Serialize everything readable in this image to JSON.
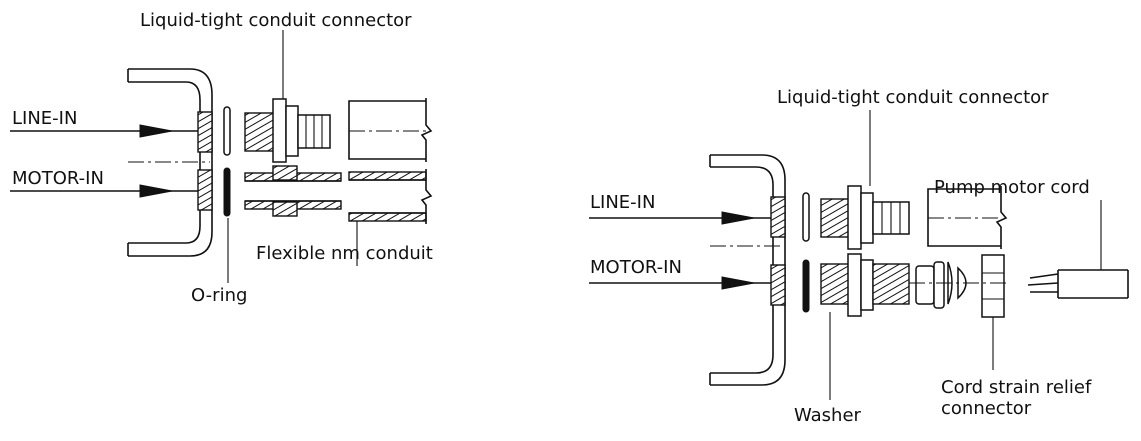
{
  "left_diagram": {
    "connector_label": "Liquid-tight conduit connector",
    "line_in": "LINE-IN",
    "motor_in": "MOTOR-IN",
    "conduit_label": "Flexible nm conduit",
    "oring_label": "O-ring"
  },
  "right_diagram": {
    "connector_label": "Liquid-tight conduit connector",
    "cord_label": "Pump motor cord",
    "line_in": "LINE-IN",
    "motor_in": "MOTOR-IN",
    "washer_label": "Washer",
    "strain_relief_label_1": "Cord strain relief",
    "strain_relief_label_2": "connector"
  }
}
